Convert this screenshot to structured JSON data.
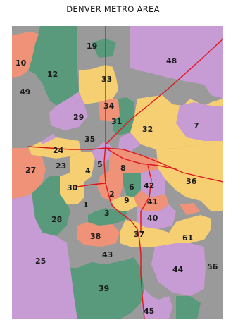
{
  "title": "DENVER METRO AREA",
  "colors": {
    "purple": "#c79bd3",
    "yellow": "#f6cf72",
    "green": "#5a9a7c",
    "salmon": "#ef9277",
    "gray": "#9a9a9a",
    "road": "#e0161b"
  },
  "districts": [
    {
      "id": "10",
      "label": "10",
      "color": "salmon"
    },
    {
      "id": "19",
      "label": "19",
      "color": "gray"
    },
    {
      "id": "48",
      "label": "48",
      "color": "purple"
    },
    {
      "id": "12",
      "label": "12",
      "color": "green"
    },
    {
      "id": "49",
      "label": "49",
      "color": "gray"
    },
    {
      "id": "33",
      "label": "33",
      "color": "yellow"
    },
    {
      "id": "34",
      "label": "34",
      "color": "salmon"
    },
    {
      "id": "29",
      "label": "29",
      "color": "purple"
    },
    {
      "id": "31",
      "label": "31",
      "color": "green"
    },
    {
      "id": "32",
      "label": "32",
      "color": "yellow"
    },
    {
      "id": "7",
      "label": "7",
      "color": "purple"
    },
    {
      "id": "35",
      "label": "35",
      "color": "gray"
    },
    {
      "id": "24",
      "label": "24",
      "color": "yellow"
    },
    {
      "id": "27",
      "label": "27",
      "color": "salmon"
    },
    {
      "id": "23",
      "label": "23",
      "color": "gray"
    },
    {
      "id": "4",
      "label": "4",
      "color": "yellow"
    },
    {
      "id": "5",
      "label": "5",
      "color": "purple"
    },
    {
      "id": "8",
      "label": "8",
      "color": "salmon"
    },
    {
      "id": "36",
      "label": "36",
      "color": "yellow"
    },
    {
      "id": "30",
      "label": "30",
      "color": "yellow"
    },
    {
      "id": "6",
      "label": "6",
      "color": "green"
    },
    {
      "id": "42",
      "label": "42",
      "color": "purple"
    },
    {
      "id": "2",
      "label": "2",
      "color": "salmon"
    },
    {
      "id": "9",
      "label": "9",
      "color": "yellow"
    },
    {
      "id": "41",
      "label": "41",
      "color": "salmon"
    },
    {
      "id": "1",
      "label": "1",
      "color": "gray"
    },
    {
      "id": "28",
      "label": "28",
      "color": "green"
    },
    {
      "id": "3",
      "label": "3",
      "color": "green"
    },
    {
      "id": "40",
      "label": "40",
      "color": "purple"
    },
    {
      "id": "38",
      "label": "38",
      "color": "salmon"
    },
    {
      "id": "37",
      "label": "37",
      "color": "yellow"
    },
    {
      "id": "61",
      "label": "61",
      "color": "yellow"
    },
    {
      "id": "25",
      "label": "25",
      "color": "purple"
    },
    {
      "id": "43",
      "label": "43",
      "color": "gray"
    },
    {
      "id": "44",
      "label": "44",
      "color": "purple"
    },
    {
      "id": "56",
      "label": "56",
      "color": "gray"
    },
    {
      "id": "39",
      "label": "39",
      "color": "green"
    },
    {
      "id": "45",
      "label": "45",
      "color": "purple"
    }
  ]
}
